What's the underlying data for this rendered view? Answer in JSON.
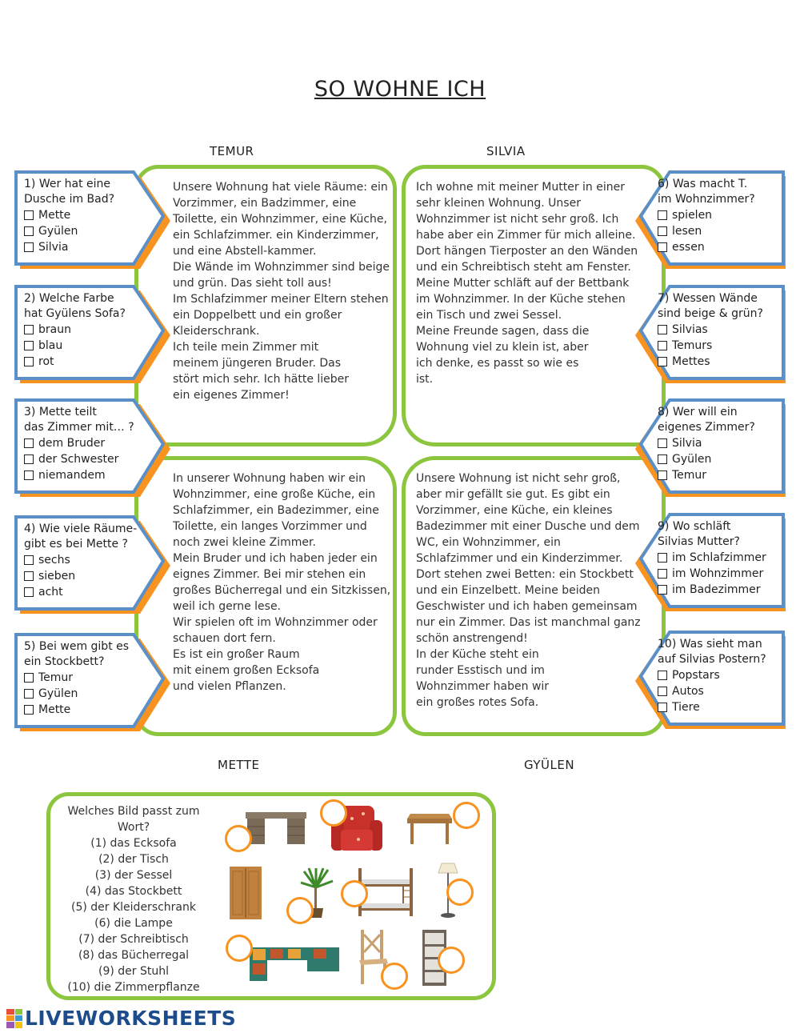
{
  "title": "SO WOHNE ICH",
  "names": {
    "temur": "TEMUR",
    "silvia": "SILVIA",
    "mette": "METTE",
    "gyulen": "GYÜLEN"
  },
  "texts": {
    "temur": "Unsere Wohnung hat viele Räume: ein\nVorzimmer, ein Badzimmer, eine\nToilette, ein Wohnzimmer, eine Küche,\nein Schlafzimmer. ein Kinderzimmer,\nund eine Abstell-kammer.\nDie Wände im Wohnzimmer sind beige\nund grün. Das sieht toll aus!\nIm Schlafzimmer meiner Eltern stehen\nein Doppelbett und ein großer\nKleiderschrank.\nIch teile mein Zimmer mit\nmeinem jüngeren Bruder. Das\nstört mich sehr. Ich hätte lieber\nein eigenes Zimmer!",
    "silvia": "Ich wohne mit meiner Mutter in einer\nsehr kleinen Wohnung. Unser\nWohnzimmer ist nicht sehr groß. Ich\nhabe aber ein Zimmer für mich alleine.\nDort hängen Tierposter an den Wänden\nund ein Schreibtisch steht am Fenster.\nMeine Mutter schläft auf der Bettbank\nim Wohnzimmer. In der Küche stehen\nein Tisch und zwei Sessel.\nMeine Freunde sagen, dass die\nWohnung viel zu klein ist, aber\nich denke, es passt so wie es\nist.",
    "mette": "In unserer Wohnung haben wir ein\nWohnzimmer, eine große Küche, ein\nSchlafzimmer, ein Badezimmer, eine\nToilette, ein langes Vorzimmer und\nnoch zwei kleine Zimmer.\nMein Bruder und ich haben jeder ein\neignes Zimmer. Bei mir stehen ein\ngroßes Bücherregal und ein Sitzkissen,\nweil ich gerne lese.\nWir spielen oft im Wohnzimmer oder\nschauen dort fern.\nEs ist ein großer Raum\nmit einem großen Ecksofa\nund vielen Pflanzen.",
    "gyulen": "Unsere Wohnung ist nicht sehr groß,\naber mir gefällt sie gut. Es gibt ein\nVorzimmer, eine Küche, ein kleines\nBadezimmer mit einer Dusche und dem\nWC, ein Wohnzimmer, ein\nSchlafzimmer und ein Kinderzimmer.\nDort stehen zwei Betten: ein Stockbett\nund ein Einzelbett. Meine beiden\nGeschwister und ich haben gemeinsam\nnur ein Zimmer. Das ist manchmal ganz\nschön anstrengend!\nIn der Küche steht ein\nrunder Esstisch und im\nWohnzimmer haben wir\nein großes rotes Sofa."
  },
  "questions_left": [
    {
      "q": "1) Wer hat eine\nDusche im Bad?",
      "options": [
        "Mette",
        "Gyülen",
        "Silvia"
      ]
    },
    {
      "q": "2) Welche Farbe\nhat Gyülens Sofa?",
      "options": [
        "braun",
        "blau",
        "rot"
      ]
    },
    {
      "q": "3) Mette teilt\ndas Zimmer mit… ?",
      "options": [
        "dem Bruder",
        "der Schwester",
        "niemandem"
      ]
    },
    {
      "q": "4) Wie viele Räume-\ngibt es bei Mette ?",
      "options": [
        "sechs",
        "sieben",
        "acht"
      ]
    },
    {
      "q": "5) Bei wem gibt es\nein Stockbett?",
      "options": [
        "Temur",
        "Gyülen",
        "Mette"
      ]
    }
  ],
  "questions_right": [
    {
      "q": "6) Was macht T.\nim Wohnzimmer?",
      "options": [
        "spielen",
        "lesen",
        "essen"
      ]
    },
    {
      "q": "7) Wessen Wände\nsind beige & grün?",
      "options": [
        "Silvias",
        "Temurs",
        "Mettes"
      ]
    },
    {
      "q": "8) Wer will ein\neigenes Zimmer?",
      "options": [
        "Silvia",
        "Gyülen",
        "Temur"
      ]
    },
    {
      "q": "9) Wo schläft\nSilvias Mutter?",
      "options": [
        "im Schlafzimmer",
        "im Wohnzimmer",
        "im Badezimmer"
      ]
    },
    {
      "q": "10) Was sieht man\nauf Silvias Postern?",
      "options": [
        "Popstars",
        "Autos",
        "Tiere"
      ]
    }
  ],
  "matching": {
    "heading": "Welches Bild passt zum Wort?",
    "items": [
      "(1) das Ecksofa",
      "(2) der Tisch",
      "(3) der Sessel",
      "(4) das Stockbett",
      "(5) der Kleiderschrank",
      "(6) die Lampe",
      "(7) der Schreibtisch",
      "(8) das Bücherregal",
      "(9) der Stuhl",
      "(10) die Zimmerpflanze"
    ]
  },
  "colors": {
    "green": "#8cc63f",
    "blue": "#5b8fc7",
    "orange": "#f7931e"
  },
  "logo": "LIVEWORKSHEETS"
}
